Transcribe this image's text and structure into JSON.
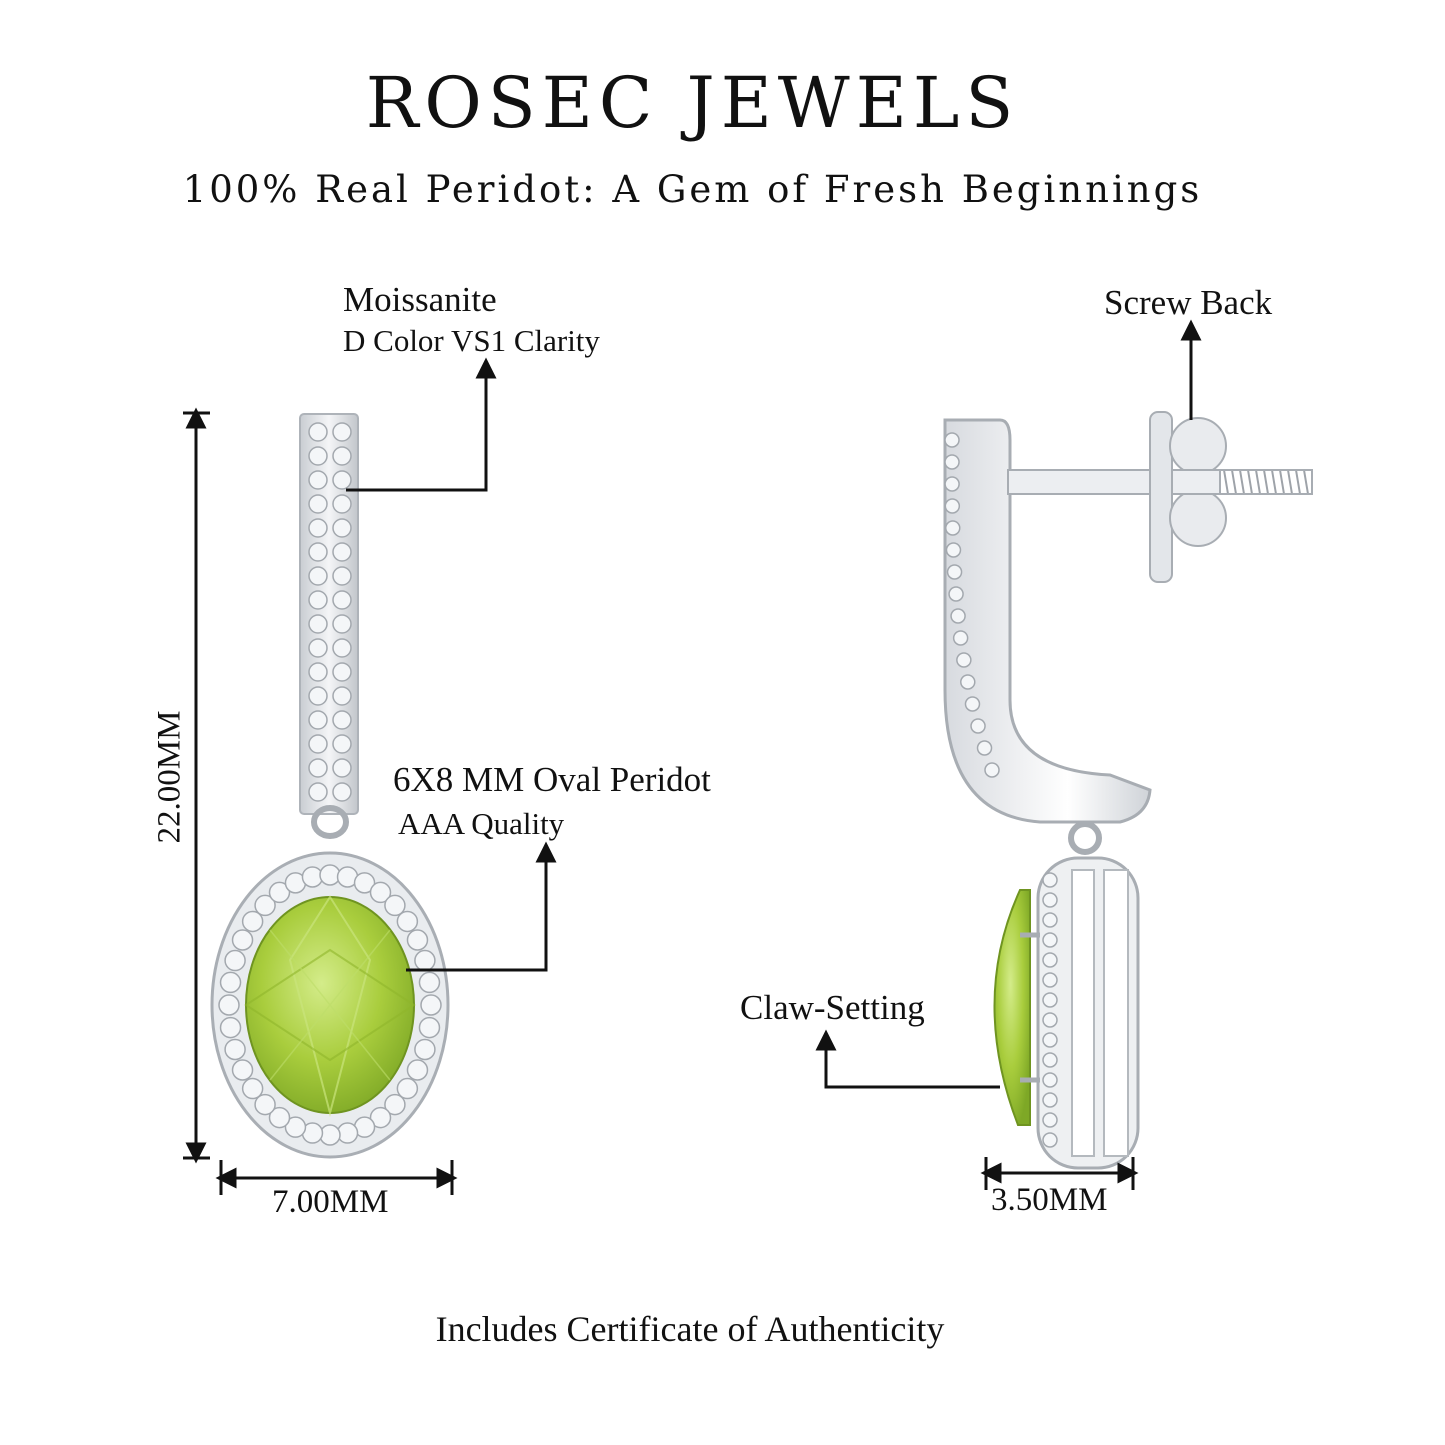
{
  "header": {
    "brand": "ROSEC JEWELS",
    "tagline": "100% Real Peridot: A Gem of Fresh Beginnings"
  },
  "callouts": {
    "moissanite_title": "Moissanite",
    "moissanite_detail": "D Color VS1 Clarity",
    "peridot_title": "6X8 MM Oval Peridot",
    "peridot_detail": "AAA Quality",
    "screw_back": "Screw Back",
    "claw_setting": "Claw-Setting"
  },
  "dimensions": {
    "length": "22.00MM",
    "width": "7.00MM",
    "depth": "3.50MM"
  },
  "footer": {
    "certificate": "Includes Certificate of Authenticity"
  },
  "colors": {
    "metal": "#dfe2e6",
    "peridot": "#a8cc3c",
    "diamond": "#f4f6f8",
    "text": "#111111"
  }
}
